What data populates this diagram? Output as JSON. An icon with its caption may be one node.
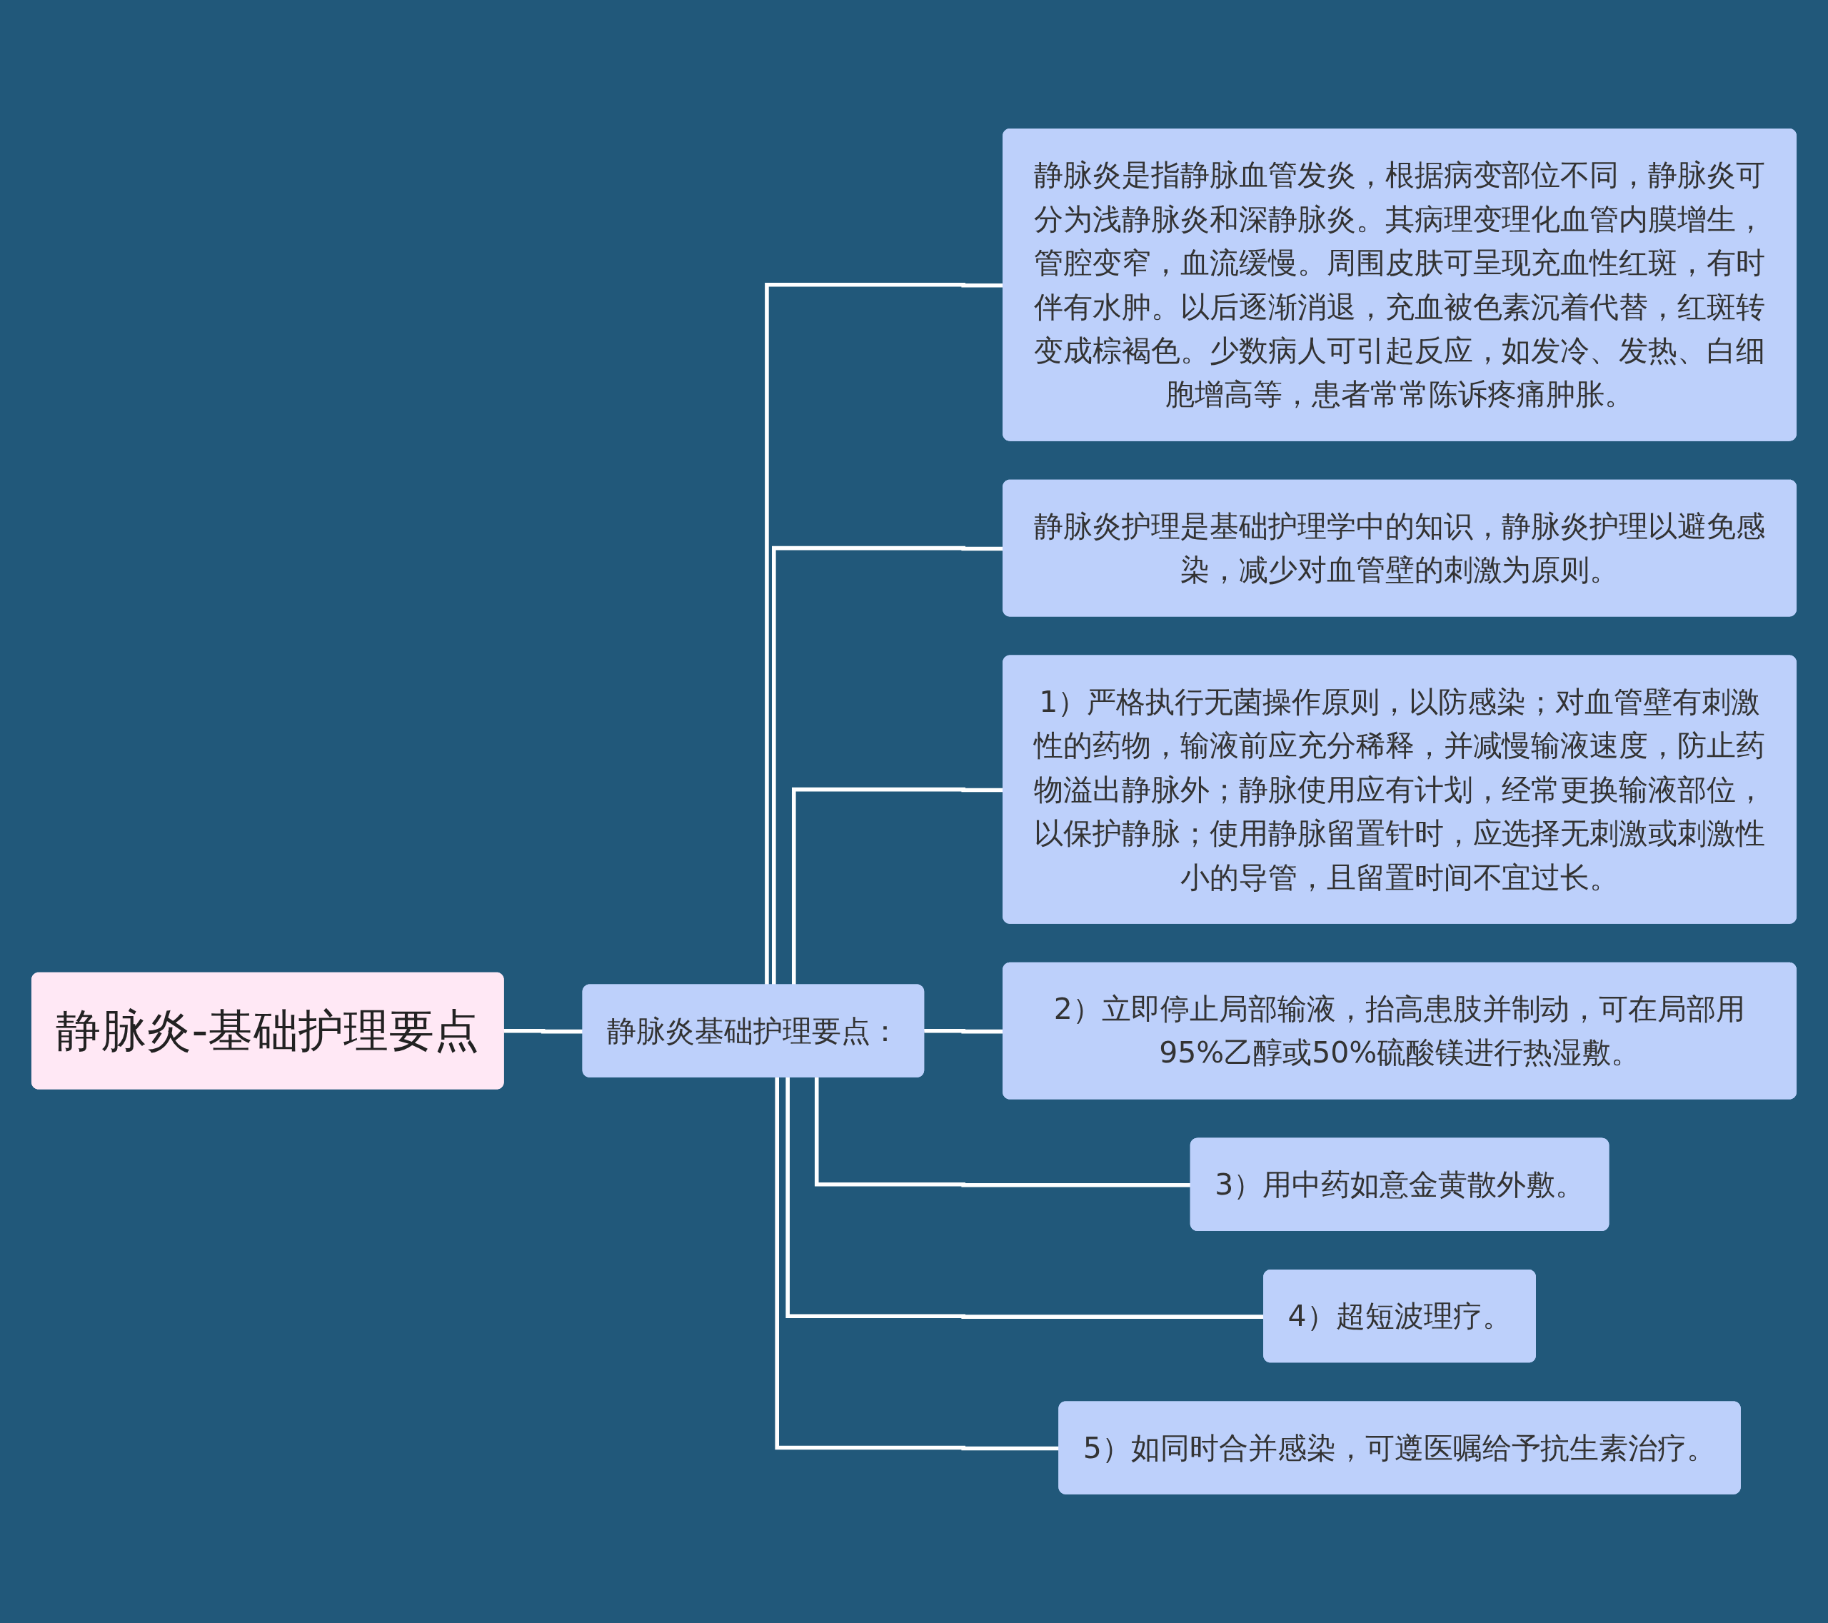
{
  "diagram": {
    "nodes": [
      {
        "text": [
          "静脉炎-基础护理要点"
        ]
      },
      {
        "text": [
          "静脉炎基础护理要点："
        ]
      },
      {
        "text": [
          "静脉炎是指静脉血管发炎，根据病变部位不同，静脉炎可分为浅静脉炎和深静脉炎。其病理变理化血管内膜增生，管腔变窄，血流缓慢。周围皮肤可呈现充血性红斑，有时伴有水肿。以后逐渐消退，充血被色素沉着代替，红斑转变成棕褐色。少数病人可引起反应，如发冷、发热、白细胞增高等，患者常常陈诉疼痛肿胀。"
        ]
      },
      {
        "text": [
          "静脉炎护理是基础护理学中的知识，静脉炎护理以避免感染，减少对血管壁的刺激为原则。"
        ]
      },
      {
        "text": [
          "1）严格执行无菌操作原则，以防感染；对血管壁有刺激性的药物，输液前应充分稀释，并减慢输液速度，防止药物溢出静脉外；静脉使用应有计划，经常更换输液部位，以保护静脉；使用静脉留置针时，应选择无刺激或刺激性小的导管，且留置时间不宜过长。"
        ]
      },
      {
        "text": [
          "2）立即停止局部输液，抬高患肢并制动，可在局部用95%乙醇或50%硫酸镁进行热湿敷。"
        ]
      },
      {
        "text": [
          "3）用中药如意金黄散外敷。"
        ]
      },
      {
        "text": [
          "4）超短波理疗。"
        ]
      },
      {
        "text": [
          "5）如同时合并感染，可遵医嘱给予抗生素治疗。"
        ]
      }
    ],
    "edges": [
      {
        "from": 0,
        "to": 1,
        "arrow": "none"
      },
      {
        "from": 1,
        "to": 2,
        "arrow": "none"
      },
      {
        "from": 1,
        "to": 3,
        "arrow": "none"
      },
      {
        "from": 1,
        "to": 4,
        "arrow": "none"
      },
      {
        "from": 1,
        "to": 5,
        "arrow": "none"
      },
      {
        "from": 1,
        "to": 6,
        "arrow": "none"
      },
      {
        "from": 1,
        "to": 7,
        "arrow": "none"
      },
      {
        "from": 1,
        "to": 8,
        "arrow": "none"
      }
    ]
  }
}
